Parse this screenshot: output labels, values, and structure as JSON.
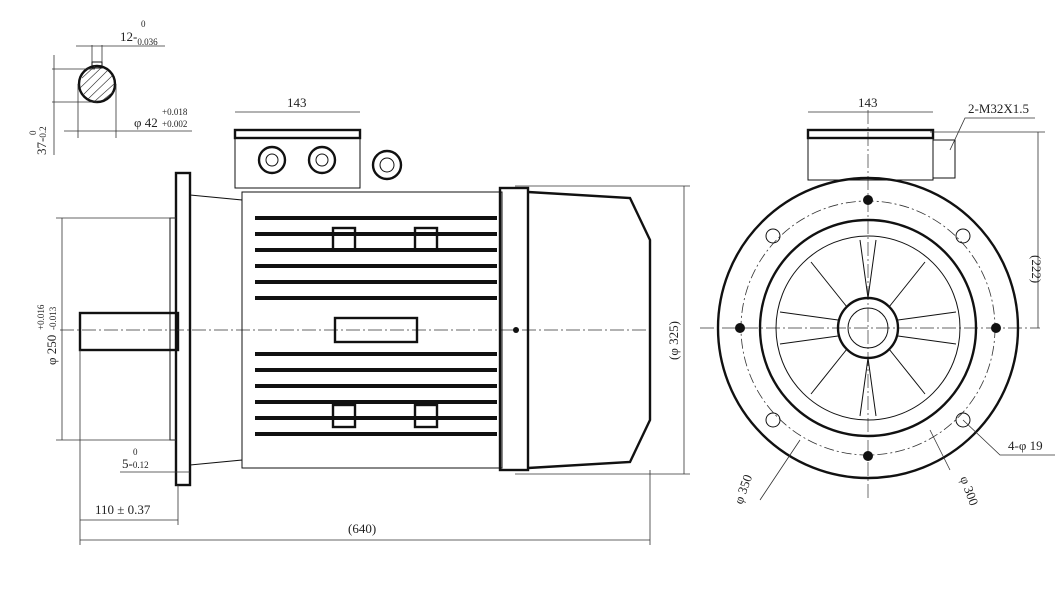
{
  "shaft_section": {
    "key_width": {
      "nominal": "12-",
      "upper": "0",
      "lower": "0.036"
    },
    "diameter": {
      "nominal": "φ 42",
      "upper": "+0.018",
      "lower": "+0.002"
    },
    "key_height": {
      "nominal": "37-",
      "upper": "0",
      "lower": "0.2"
    }
  },
  "side_view": {
    "terminal_box_width": "143",
    "spigot_diameter": {
      "nominal": "φ 250",
      "upper": "+0.016",
      "lower": "-0.013"
    },
    "spigot_depth": {
      "nominal": "5-",
      "upper": "0",
      "lower": "0.12"
    },
    "shaft_length": "110 ± 0.37",
    "overall_length": "(640)",
    "overall_diameter": "(φ 325)"
  },
  "front_view": {
    "terminal_box_width": "143",
    "cable_gland": "2-M32X1.5",
    "height_to_box": "(222)",
    "holes": "4-φ 19",
    "flange_diameter": "φ 350",
    "pitch_diameter": "φ 300"
  }
}
